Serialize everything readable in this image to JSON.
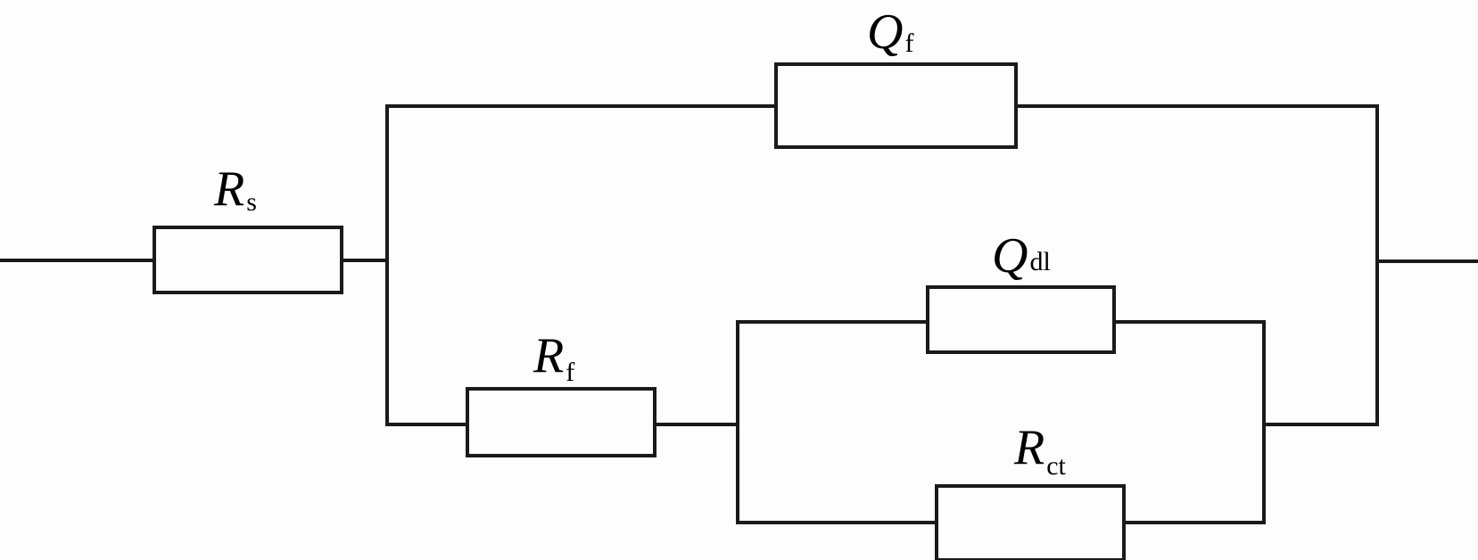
{
  "diagram": {
    "type": "equivalent-circuit",
    "components": [
      {
        "id": "Rs",
        "kind": "resistor",
        "symbol": "R",
        "subscript": "s"
      },
      {
        "id": "Qf",
        "kind": "constant-phase-element",
        "symbol": "Q",
        "subscript": "f"
      },
      {
        "id": "Rf",
        "kind": "resistor",
        "symbol": "R",
        "subscript": "f"
      },
      {
        "id": "Qdl",
        "kind": "constant-phase-element",
        "symbol": "Q",
        "subscript": "dl"
      },
      {
        "id": "Rct",
        "kind": "resistor",
        "symbol": "R",
        "subscript": "ct"
      }
    ],
    "topology": "Rs - ( Qf || ( Rf - ( Qdl || Rct ) ) )"
  }
}
